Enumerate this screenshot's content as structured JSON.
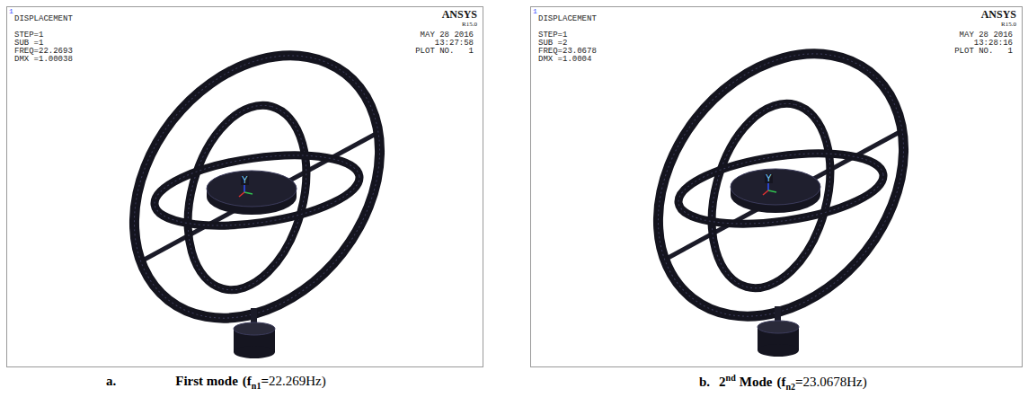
{
  "diagram": {
    "nodes": [
      {
        "text": [
          "1",
          "DISPLACEMENT",
          "STEP=1",
          "SUB =1",
          "FREQ=22.2693",
          "DMX =1.00038",
          "ANSYS",
          "R15.0",
          "MAY 28 2016",
          "13:27:58",
          "PLOT NO.   1",
          "Y"
        ]
      },
      {
        "text": [
          "1",
          "DISPLACEMENT",
          "STEP=1",
          "SUB =2",
          "FREQ=23.0678",
          "DMX =1.0004",
          "ANSYS",
          "R15.0",
          "MAY 28 2016",
          "13:28:16",
          "PLOT NO.   1",
          "Y"
        ]
      }
    ],
    "labels": [
      "a.",
      "First mode",
      "(f",
      "n1",
      "=",
      "22.269Hz)",
      "b.",
      "2",
      "nd",
      "Mode",
      "(f",
      "n2",
      "=",
      "23.0678Hz)"
    ]
  }
}
